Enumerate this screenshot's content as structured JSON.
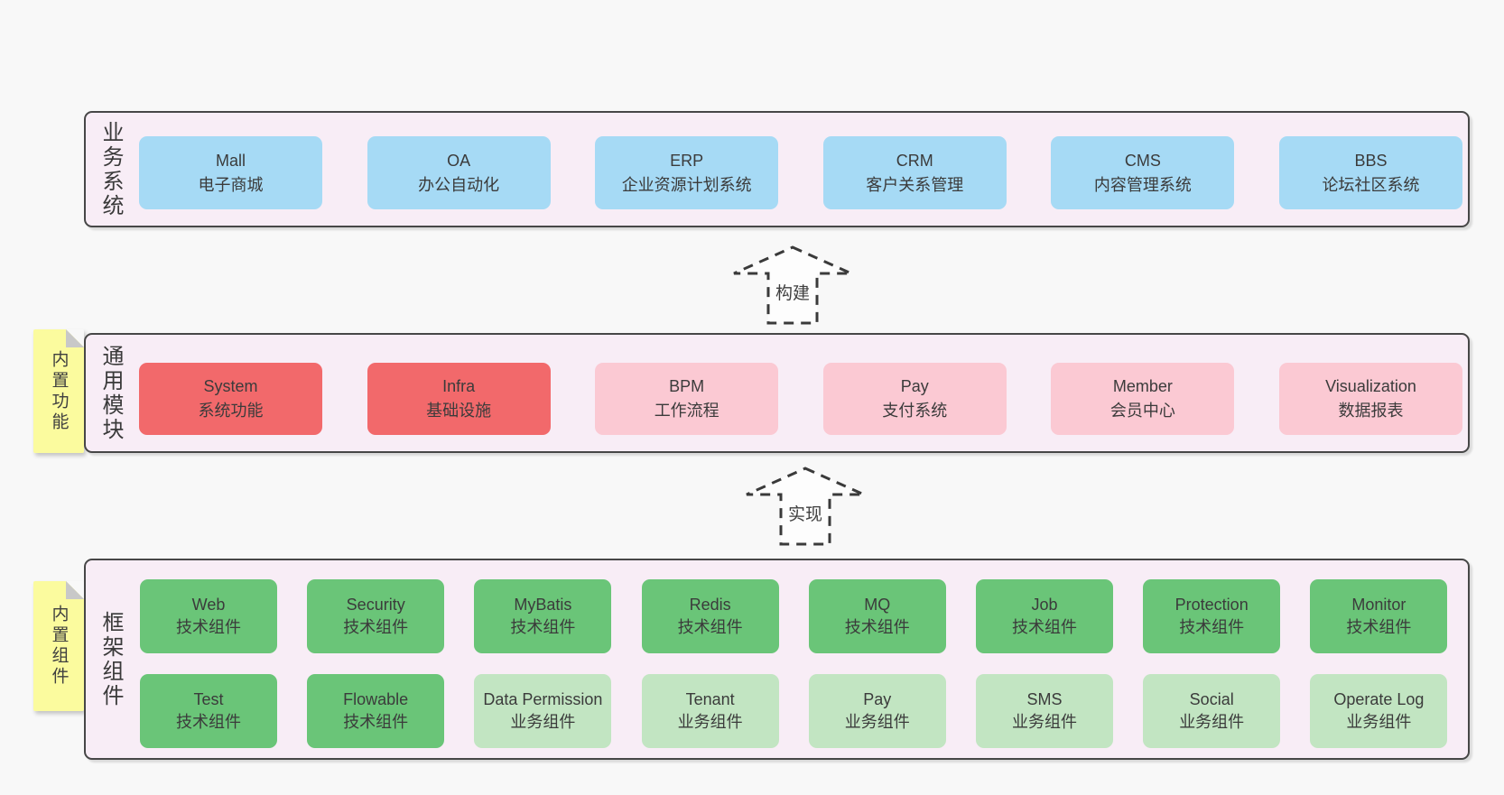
{
  "colors": {
    "blue": "#a6daf5",
    "red": "#f2696b",
    "pink": "#fbc9d3",
    "green": "#6ac578",
    "light_green": "#c2e5c2",
    "panel_bg": "#f8edf6",
    "panel_border": "#474747",
    "page_bg": "#f8f8f8",
    "sticky_bg": "#fbfb9e",
    "sticky_fold": "#c8c8c8",
    "arrow_fill": "#fdfdfd",
    "arrow_stroke": "#3a3a3a",
    "text": "#3d3d3d"
  },
  "arrows": [
    {
      "label": "构建"
    },
    {
      "label": "实现"
    }
  ],
  "sections": [
    {
      "id": "business-systems",
      "side_label": "业务系统",
      "sticky": null,
      "rows": [
        [
          {
            "title": "Mall",
            "subtitle": "电子商城",
            "color": "blue"
          },
          {
            "title": "OA",
            "subtitle": "办公自动化",
            "color": "blue"
          },
          {
            "title": "ERP",
            "subtitle": "企业资源计划系统",
            "color": "blue"
          },
          {
            "title": "CRM",
            "subtitle": "客户关系管理",
            "color": "blue"
          },
          {
            "title": "CMS",
            "subtitle": "内容管理系统",
            "color": "blue"
          },
          {
            "title": "BBS",
            "subtitle": "论坛社区系统",
            "color": "blue"
          }
        ]
      ]
    },
    {
      "id": "common-modules",
      "side_label": "通用模块",
      "sticky": "内置功能",
      "rows": [
        [
          {
            "title": "System",
            "subtitle": "系统功能",
            "color": "red"
          },
          {
            "title": "Infra",
            "subtitle": "基础设施",
            "color": "red"
          },
          {
            "title": "BPM",
            "subtitle": "工作流程",
            "color": "pink"
          },
          {
            "title": "Pay",
            "subtitle": "支付系统",
            "color": "pink"
          },
          {
            "title": "Member",
            "subtitle": "会员中心",
            "color": "pink"
          },
          {
            "title": "Visualization",
            "subtitle": "数据报表",
            "color": "pink"
          }
        ]
      ]
    },
    {
      "id": "framework-components",
      "side_label": "框架组件",
      "sticky": "内置组件",
      "rows": [
        [
          {
            "title": "Web",
            "subtitle": "技术组件",
            "color": "green"
          },
          {
            "title": "Security",
            "subtitle": "技术组件",
            "color": "green"
          },
          {
            "title": "MyBatis",
            "subtitle": "技术组件",
            "color": "green"
          },
          {
            "title": "Redis",
            "subtitle": "技术组件",
            "color": "green"
          },
          {
            "title": "MQ",
            "subtitle": "技术组件",
            "color": "green"
          },
          {
            "title": "Job",
            "subtitle": "技术组件",
            "color": "green"
          },
          {
            "title": "Protection",
            "subtitle": "技术组件",
            "color": "green"
          },
          {
            "title": "Monitor",
            "subtitle": "技术组件",
            "color": "green"
          }
        ],
        [
          {
            "title": "Test",
            "subtitle": "技术组件",
            "color": "green"
          },
          {
            "title": "Flowable",
            "subtitle": "技术组件",
            "color": "green"
          },
          {
            "title": "Data Permission",
            "subtitle": "业务组件",
            "color": "light_green"
          },
          {
            "title": "Tenant",
            "subtitle": "业务组件",
            "color": "light_green"
          },
          {
            "title": "Pay",
            "subtitle": "业务组件",
            "color": "light_green"
          },
          {
            "title": "SMS",
            "subtitle": "业务组件",
            "color": "light_green"
          },
          {
            "title": "Social",
            "subtitle": "业务组件",
            "color": "light_green"
          },
          {
            "title": "Operate Log",
            "subtitle": "业务组件",
            "color": "light_green"
          }
        ]
      ]
    }
  ]
}
